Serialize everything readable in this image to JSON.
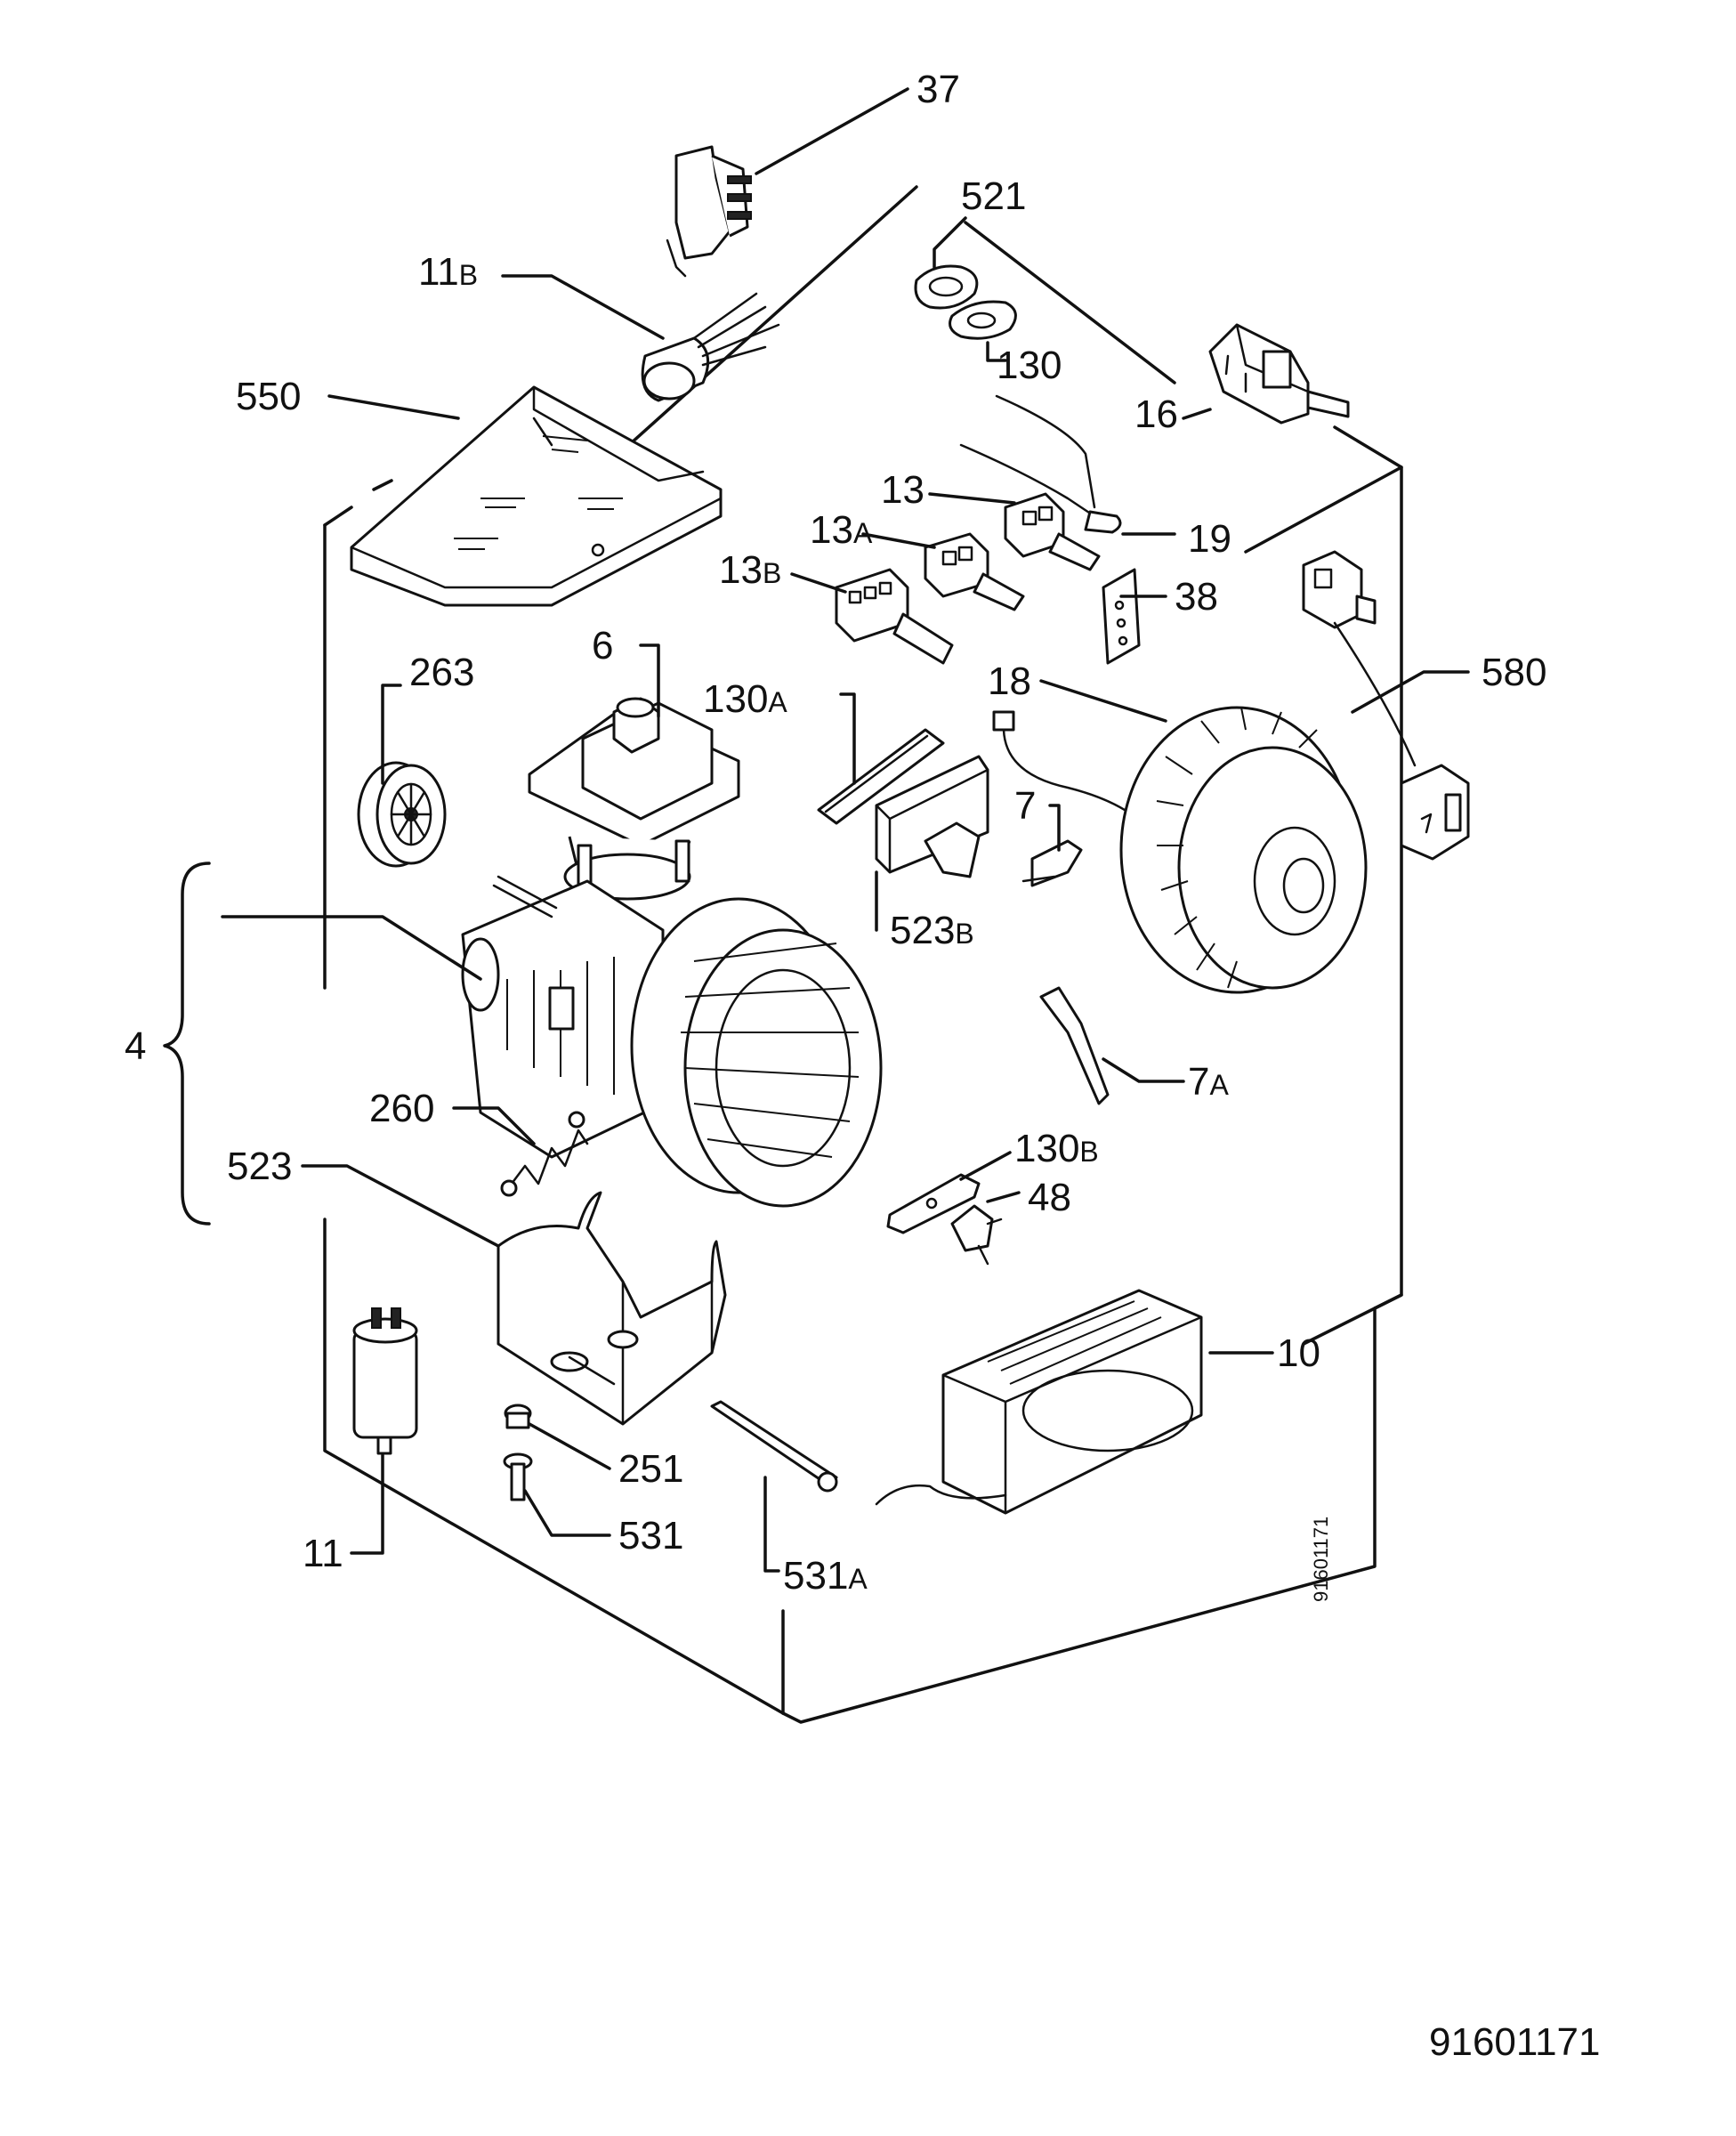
{
  "document_number": "91601171",
  "side_code": "91601171",
  "labels": {
    "l37": "37",
    "l521": "521",
    "l11": "11",
    "l11_suffix": "B",
    "l550": "550",
    "l130": "130",
    "l16": "16",
    "l13": "13",
    "l13a": "13",
    "l13a_suffix": "A",
    "l19": "19",
    "l13b": "13",
    "l13b_suffix": "B",
    "l38": "38",
    "l6": "6",
    "l263": "263",
    "l130a": "130",
    "l130a_suffix": "A",
    "l18": "18",
    "l580": "580",
    "l7": "7",
    "l523b": "523",
    "l523b_suffix": "B",
    "l4": "4",
    "l7a": "7",
    "l7a_suffix": "A",
    "l260": "260",
    "l130b": "130",
    "l130b_suffix": "B",
    "l48": "48",
    "l523": "523",
    "l10": "10",
    "l251": "251",
    "l531": "531",
    "l11b": "11",
    "l531a": "531",
    "l531a_suffix": "A"
  }
}
